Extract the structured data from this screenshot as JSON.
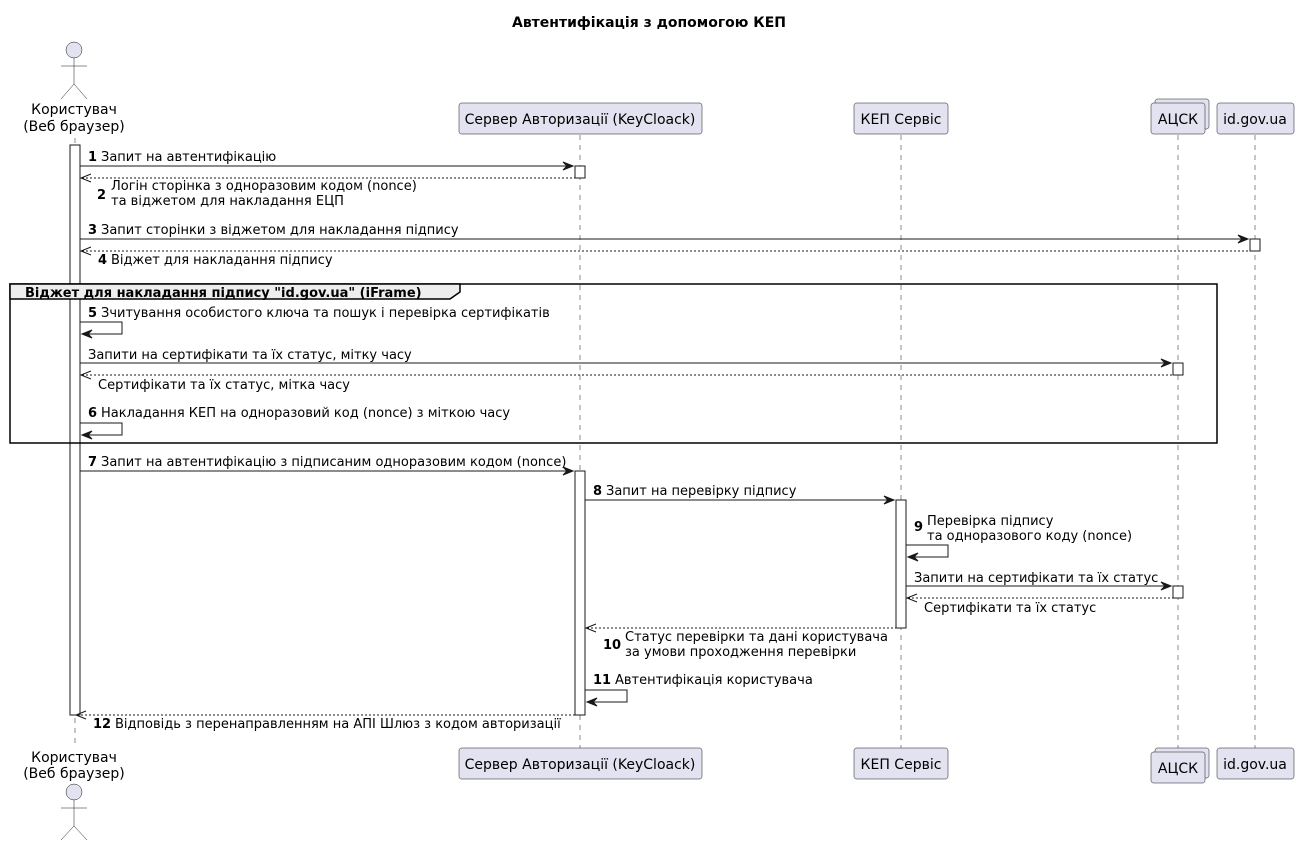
{
  "title": "Автентифікація з допомогою КЕП",
  "participants": {
    "user_line1": "Користувач",
    "user_line2": "(Веб браузер)",
    "auth_server": "Сервер Авторизації (KeyCloack)",
    "kep_service": "КЕП Сервіс",
    "atsk": "АЦСК",
    "id_gov": "id.gov.ua"
  },
  "group_label": "Віджет для накладання підпису \"id.gov.ua\" (iFrame)",
  "messages": {
    "m1": {
      "num": "1",
      "text": "Запит на автентифікацію"
    },
    "m2": {
      "num": "2",
      "line1": "Логін сторінка з одноразовим кодом (nonce)",
      "line2": " та віджетом для накладання ЕЦП"
    },
    "m3": {
      "num": "3",
      "text": "Запит сторінки з віджетом для накладання підпису"
    },
    "m4": {
      "num": "4",
      "text": "Віджет для накладання підпису"
    },
    "m5": {
      "num": "5",
      "text": "Зчитування особистого ключа та пошук і перевірка сертифікатів"
    },
    "m5a": {
      "text": "Запити на сертифікати та їх статус, мітку часу"
    },
    "m5b": {
      "text": "Сертифікати та їх статус, мітка часу"
    },
    "m6": {
      "num": "6",
      "text": "Накладання КЕП на одноразовий код (nonce) з міткою часу"
    },
    "m7": {
      "num": "7",
      "text": "Запит на автентифікацію з підписаним одноразовим кодом (nonce)"
    },
    "m8": {
      "num": "8",
      "text": "Запит на перевірку підпису"
    },
    "m9": {
      "num": "9",
      "line1": "Перевірка підпису",
      "line2": "та одноразового коду (nonce)"
    },
    "m9a": {
      "text": "Запити на сертифікати та їх статус"
    },
    "m9b": {
      "text": "Сертифікати та їх статус"
    },
    "m10": {
      "num": "10",
      "line1": "Статус перевірки та дані користувача",
      "line2": " за умови проходження перевірки"
    },
    "m11": {
      "num": "11",
      "text": "Автентифікація користувача"
    },
    "m12": {
      "num": "12",
      "text": "Відповідь з перенаправленням на АПІ Шлюз з кодом авторизації"
    }
  },
  "colors": {
    "participant_fill": "#E2E2F0",
    "line": "#181818",
    "group_tab_fill": "#EEEEEE"
  }
}
